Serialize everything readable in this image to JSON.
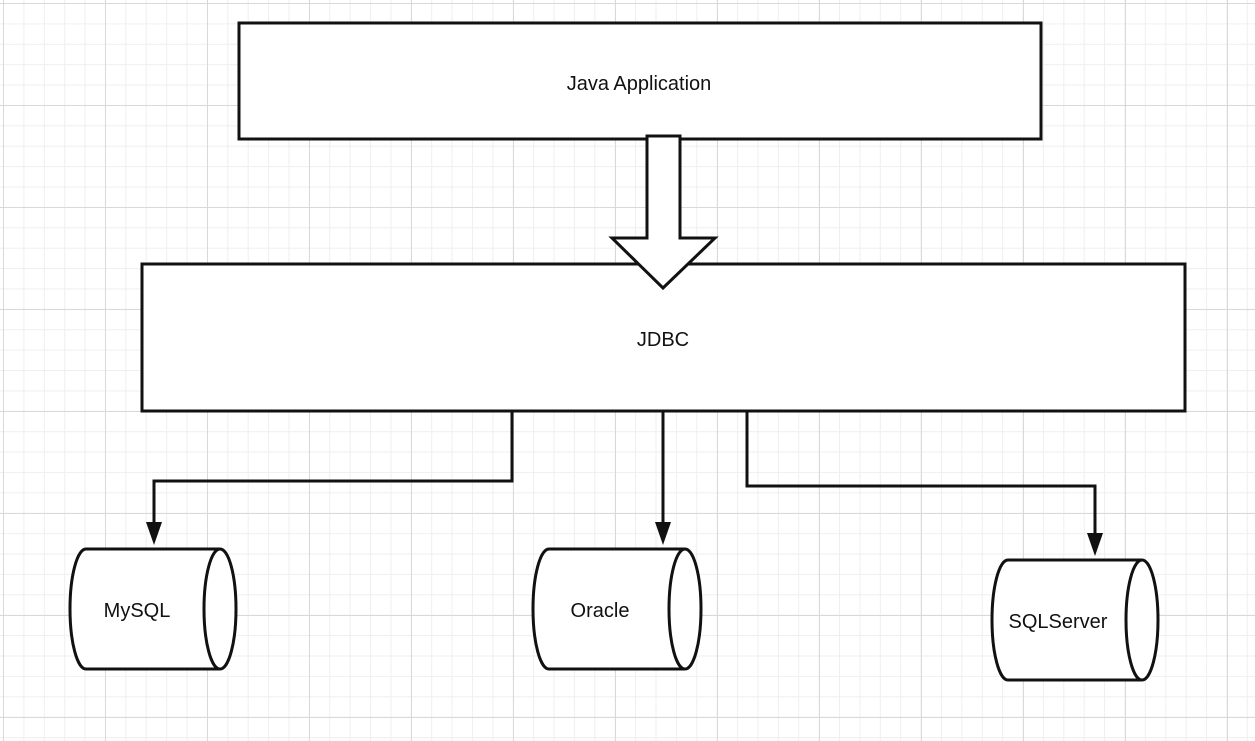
{
  "diagram": {
    "title": "",
    "colors": {
      "stroke": "#111111",
      "fill": "#ffffff",
      "grid_major": "#d9d9d9",
      "grid_minor": "#efefef"
    },
    "nodes": {
      "java_app": {
        "label": "Java Application",
        "shape": "rectangle"
      },
      "jdbc": {
        "label": "JDBC",
        "shape": "rectangle"
      },
      "mysql": {
        "label": "MySQL",
        "shape": "cylinder"
      },
      "oracle": {
        "label": "Oracle",
        "shape": "cylinder"
      },
      "sqlserver": {
        "label": "SQLServer",
        "shape": "cylinder"
      }
    },
    "edges": [
      {
        "from": "java_app",
        "to": "jdbc",
        "style": "block-arrow"
      },
      {
        "from": "jdbc",
        "to": "mysql",
        "style": "elbow-arrow"
      },
      {
        "from": "jdbc",
        "to": "oracle",
        "style": "straight-arrow"
      },
      {
        "from": "jdbc",
        "to": "sqlserver",
        "style": "elbow-arrow"
      }
    ]
  }
}
